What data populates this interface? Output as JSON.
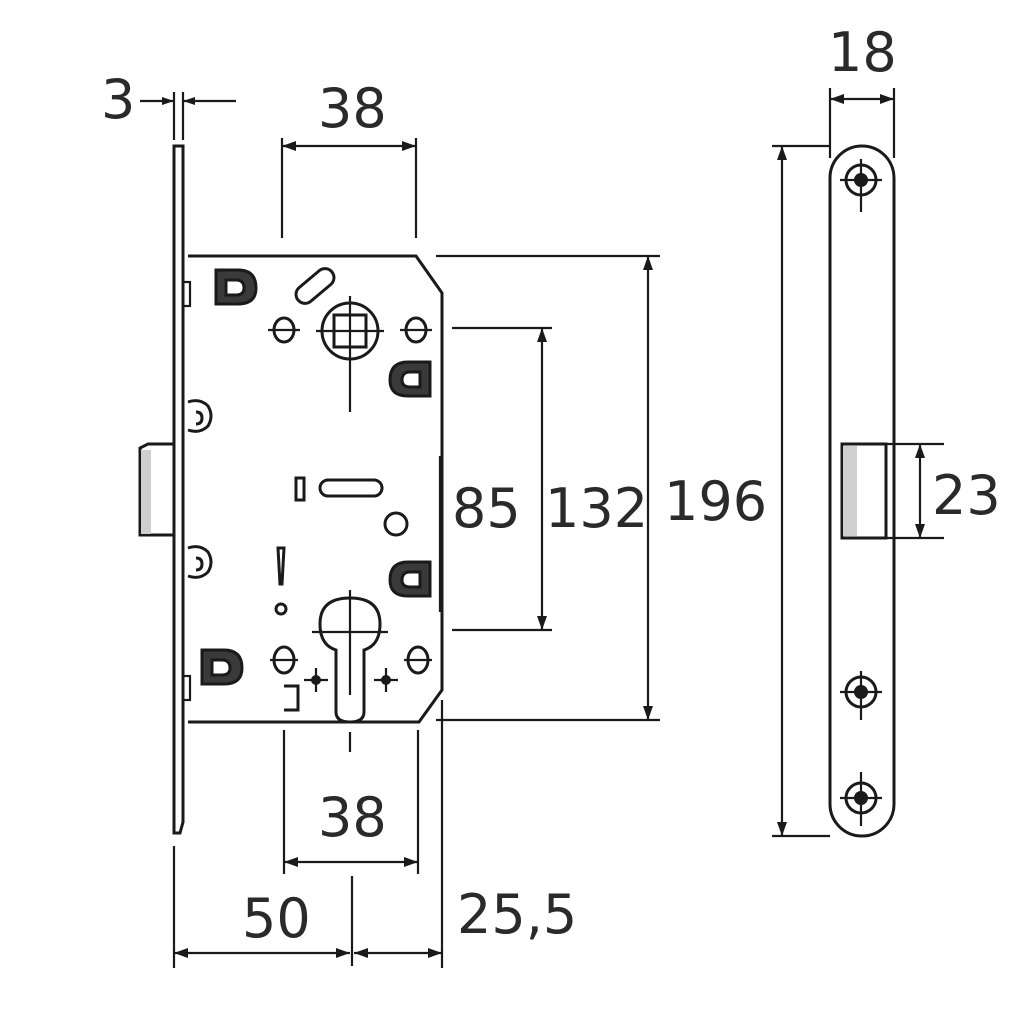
{
  "dimensions": {
    "faceplate_thickness": "3",
    "top_hole_spacing": "38",
    "cylinder_hole_spacing": "38",
    "handle_to_cylinder": "85",
    "handle_to_bottom": "132",
    "case_height": "196",
    "backset": "50",
    "front_offset": "25,5",
    "faceplate_width": "18",
    "latch_height": "23"
  }
}
